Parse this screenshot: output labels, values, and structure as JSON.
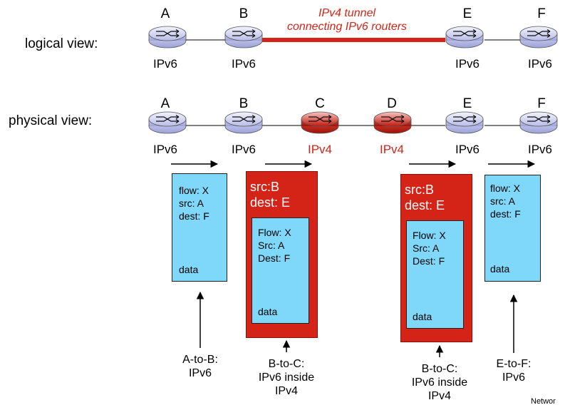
{
  "logical": {
    "view_label": "logical view:",
    "tunnel_label_line1": "IPv4 tunnel",
    "tunnel_label_line2": "connecting IPv6 routers",
    "routers": [
      {
        "letter": "A",
        "type": "IPv6"
      },
      {
        "letter": "B",
        "type": "IPv6"
      },
      {
        "letter": "E",
        "type": "IPv6"
      },
      {
        "letter": "F",
        "type": "IPv6"
      }
    ]
  },
  "physical": {
    "view_label": "physical view:",
    "routers": [
      {
        "letter": "A",
        "type": "IPv6"
      },
      {
        "letter": "B",
        "type": "IPv6"
      },
      {
        "letter": "C",
        "type": "IPv4"
      },
      {
        "letter": "D",
        "type": "IPv4"
      },
      {
        "letter": "E",
        "type": "IPv6"
      },
      {
        "letter": "F",
        "type": "IPv6"
      }
    ]
  },
  "packets": [
    {
      "inner": [
        "flow: X",
        "src: A",
        "dest: F"
      ],
      "data": "data",
      "caption": [
        "A-to-B:",
        "IPv6"
      ]
    },
    {
      "outer": [
        "src:B",
        "dest: E"
      ],
      "inner": [
        "Flow: X",
        "Src: A",
        "Dest: F"
      ],
      "data": "data",
      "caption": [
        "B-to-C:",
        "IPv6 inside",
        "IPv4"
      ]
    },
    {
      "outer": [
        "src:B",
        "dest: E"
      ],
      "inner": [
        "Flow: X",
        "Src: A",
        "Dest: F"
      ],
      "data": "data",
      "caption": [
        "B-to-C:",
        "IPv6 inside",
        "IPv4"
      ]
    },
    {
      "inner": [
        "flow: X",
        "src: A",
        "dest: F"
      ],
      "data": "data",
      "caption": [
        "E-to-F:",
        "IPv6"
      ]
    }
  ],
  "footer": "Networ",
  "colors": {
    "ipv6_router_fill": "#d9dcf5",
    "ipv4_router_fill": "#d42418",
    "tunnel_line": "#d42418",
    "packet_blue": "#7fd7f9",
    "packet_red": "#d42418"
  }
}
